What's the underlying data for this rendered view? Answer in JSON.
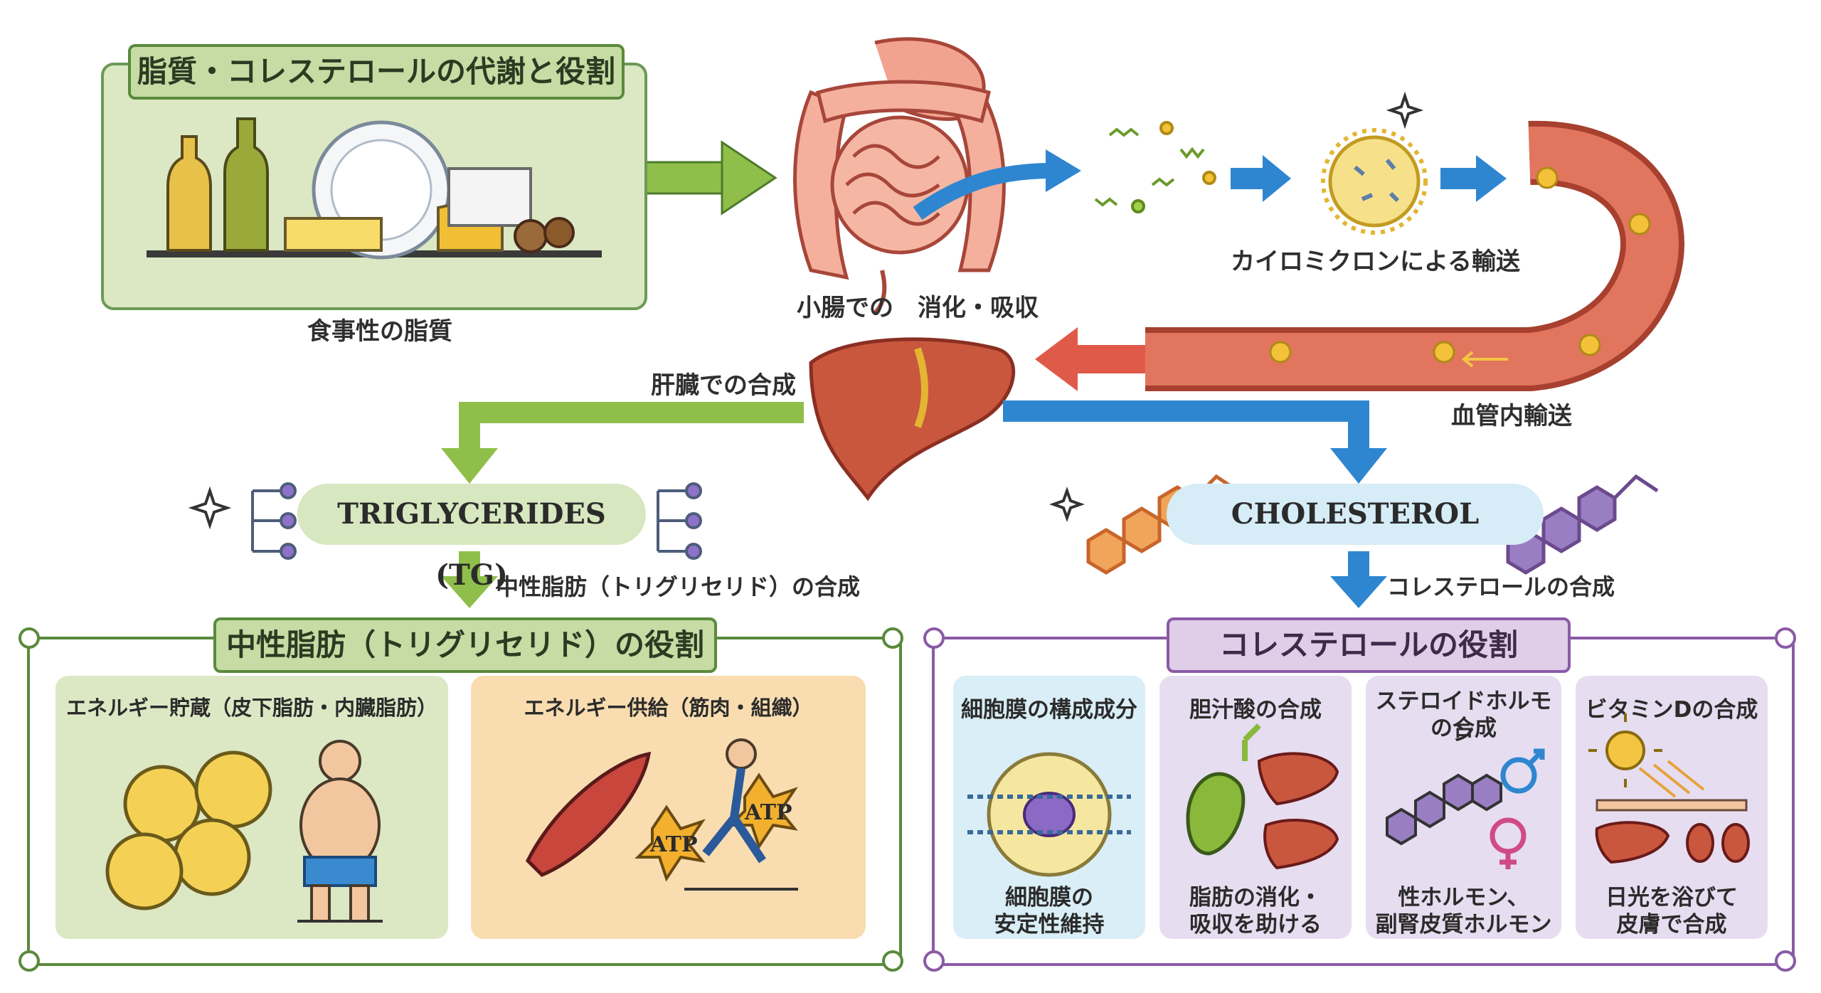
{
  "header": {
    "title": "脂質・コレステロールの代謝と役割"
  },
  "labels": {
    "dietary_fat": "食事性の脂質",
    "intestine": "小腸での　消化・吸収",
    "chylomicron": "カイロミクロンによる輸送",
    "blood_transport": "血管内輸送",
    "liver_synthesis": "肝臓での合成",
    "tg_synthesis": "中性脂肪（トリグリセリド）の合成",
    "chol_synthesis": "コレステロールの合成"
  },
  "molecules": {
    "tg": "TRIGLYCERIDES (TG)",
    "chol": "CHOLESTEROL"
  },
  "tg_roles": {
    "title": "中性脂肪（トリグリセリド）の役割",
    "cards": [
      {
        "title": "エネルギー貯蔵（皮下脂肪・内臓脂肪）"
      },
      {
        "title": "エネルギー供給（筋肉・組織）",
        "badge": "ATP"
      }
    ]
  },
  "chol_roles": {
    "title": "コレステロールの役割",
    "cards": [
      {
        "title": "細胞膜の構成成分",
        "foot1": "細胞膜の",
        "foot2": "安定性維持"
      },
      {
        "title": "胆汁酸の合成",
        "foot1": "脂肪の消化・",
        "foot2": "吸収を助ける"
      },
      {
        "title1": "ステロイドホルモン",
        "title2": "の合成",
        "foot1": "性ホルモン、",
        "foot2": "副腎皮質ホルモン"
      },
      {
        "title": "ビタミンDの合成",
        "foot1": "日光を浴びて",
        "foot2": "皮膚で合成"
      }
    ]
  },
  "colors": {
    "green": "#6b9a3c",
    "blue": "#2f86d0",
    "red": "#d9534a",
    "purple": "#8a5aa6",
    "tg_bg": "#dce8c4",
    "chol_bg": "#e8e0f0"
  }
}
